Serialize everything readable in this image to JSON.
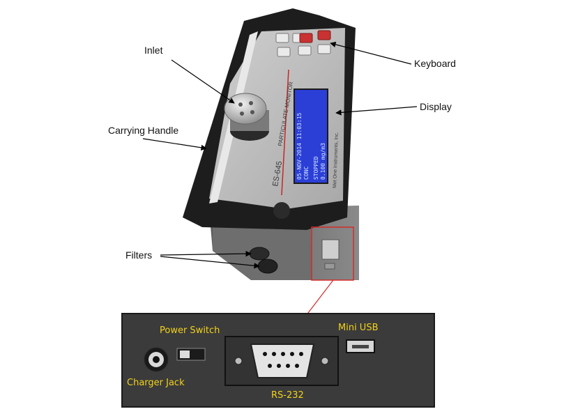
{
  "callouts": {
    "inlet": "Inlet",
    "carrying_handle": "Carrying Handle",
    "filters": "Filters",
    "keyboard": "Keyboard",
    "display": "Display"
  },
  "device": {
    "model": "ES-645",
    "panel_title": "PARTICULATE MONITOR",
    "brand": "Met One Instruments, Inc.",
    "lcd_lines": [
      "05-NOV-2014  11:03:15",
      "CONC",
      "STOPPED",
      "0.100 mg/m3"
    ]
  },
  "connector_panel": {
    "power_switch": "Power Switch",
    "mini_usb": "Mini USB",
    "charger_jack": "Charger Jack",
    "rs232": "RS-232"
  },
  "colors": {
    "panel_bg": "#3b3b3b",
    "label_yellow": "#f2d21b",
    "highlight_red": "#d42a2a",
    "lcd_blue": "#2b3fd6"
  }
}
